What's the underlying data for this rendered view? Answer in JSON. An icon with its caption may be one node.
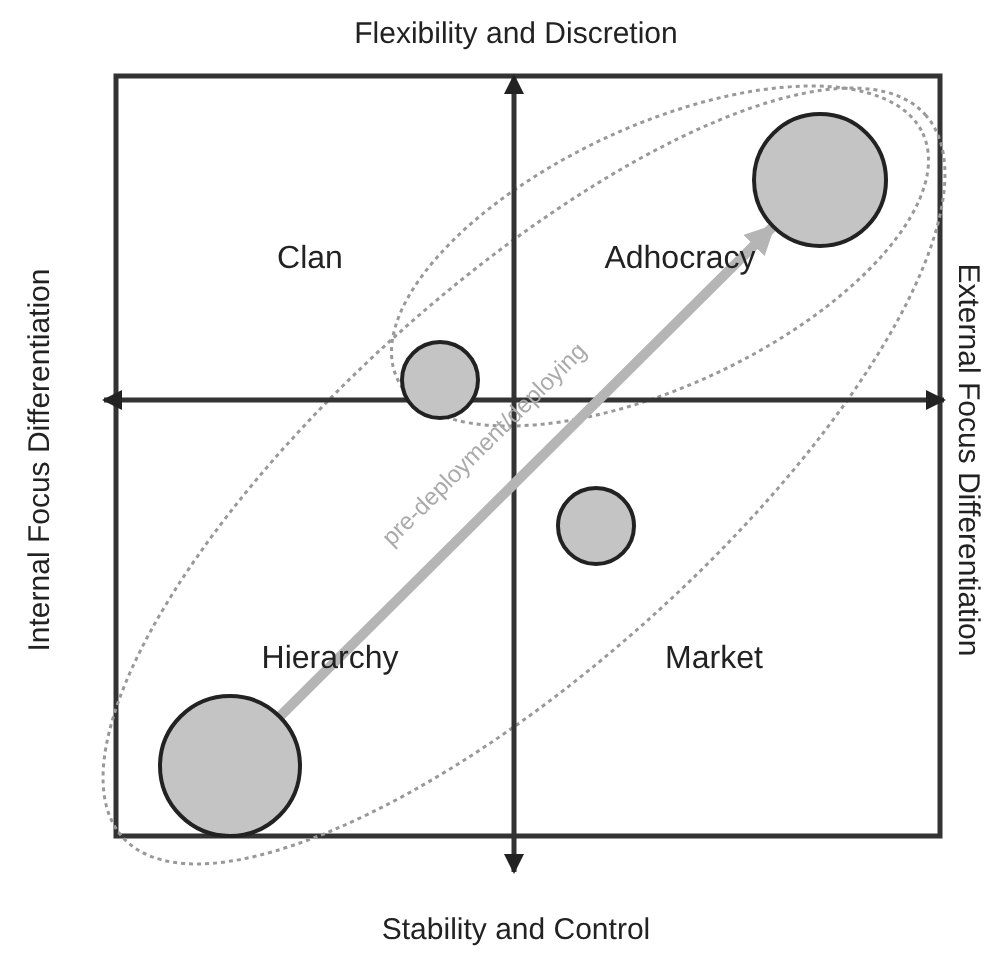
{
  "diagram": {
    "nodes": [
      {
        "text": [],
        "shape": "circle"
      },
      {
        "text": [],
        "shape": "circle"
      },
      {
        "text": [],
        "shape": "circle"
      },
      {
        "text": [],
        "shape": "circle"
      }
    ],
    "edges": [
      {
        "from": 3,
        "to": 0,
        "arrow": "to",
        "label": "pre-deployment/deploying",
        "color": "#b5b5b5"
      }
    ],
    "labels": [
      "Flexibility and Discretion",
      "Internal Focus Differentiation",
      "External Focus Differentiation",
      "Clan",
      "Adhocracy",
      "Hierarchy",
      "Market",
      "Stability and Control"
    ]
  }
}
